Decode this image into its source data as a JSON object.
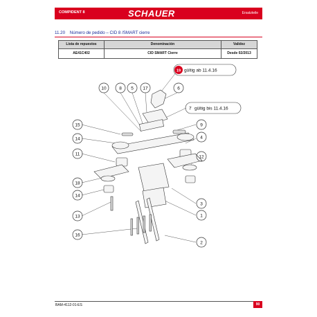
{
  "header": {
    "product": "COMPIDENT 8",
    "brand": "SCHAUER",
    "section": "Ersatzteile",
    "accent_color": "#d9001e"
  },
  "title": {
    "number": "11.20",
    "text": "Número de pedido – CID 8 /SMART cierre"
  },
  "parts_table": {
    "headers": [
      "Lista de repuestos",
      "Denominación",
      "Validez"
    ],
    "row": [
      "AE41C402",
      "CID SMART Cierre",
      "Desde 02/2013"
    ]
  },
  "drawing": {
    "note_new": "gültig ab 11.4.16",
    "note_old_num": "7",
    "note_old": "gültig bis 11.4.16",
    "callouts": [
      "19",
      "10",
      "8",
      "5",
      "17",
      "6",
      "15",
      "9",
      "14",
      "4",
      "11",
      "12",
      "18",
      "14",
      "13",
      "3",
      "1",
      "16",
      "2"
    ]
  },
  "footer": {
    "doc_code": "BAM-4112-01-ES",
    "page": "90"
  }
}
